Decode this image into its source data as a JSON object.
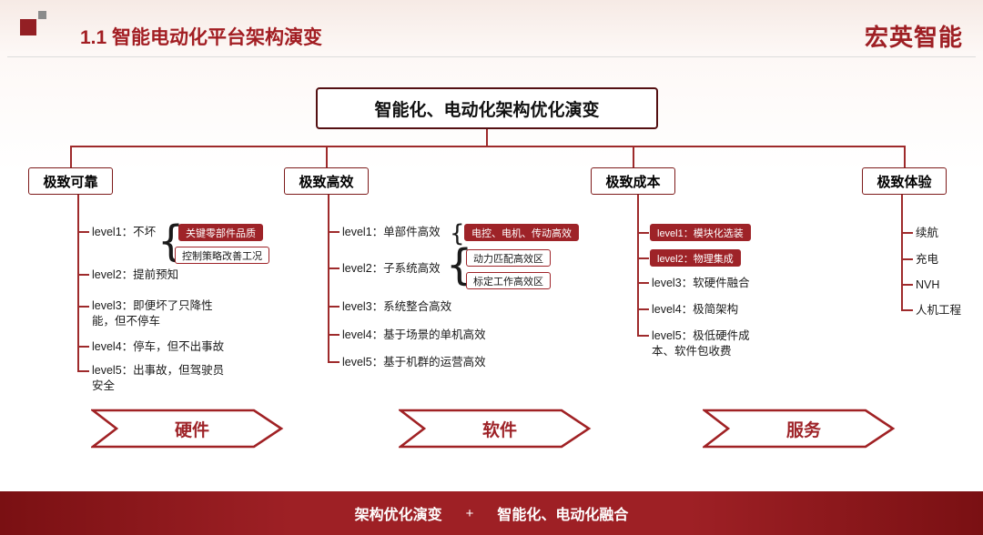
{
  "colors": {
    "accent": "#9e2328",
    "accent_dark": "#7a1013",
    "line": "#9e2a2b"
  },
  "glyphs": {
    "brace": "{"
  },
  "header": {
    "title": "1.1 智能电动化平台架构演变",
    "brand": "宏英智能"
  },
  "root_box": {
    "label": "智能化、电动化架构优化演变"
  },
  "branches": {
    "reliability": {
      "label": "极致可靠",
      "level1": "level1：不坏",
      "level1_badge_filled": "关键零部件品质",
      "level1_badge_outline": "控制策略改善工况",
      "level2": "level2：提前预知",
      "level3": "level3：即便坏了只降性能，但不停车",
      "level4": "level4：停车，但不出事故",
      "level5": "level5：出事故，但驾驶员安全"
    },
    "efficiency": {
      "label": "极致高效",
      "level1": "level1：单部件高效",
      "level1_badge_filled": "电控、电机、传动高效",
      "level2": "level2：子系统高效",
      "level2_badge_outline_1": "动力匹配高效区",
      "level2_badge_outline_2": "标定工作高效区",
      "level3": "level3：系统整合高效",
      "level4": "level4：基于场景的单机高效",
      "level5": "level5：基于机群的运营高效"
    },
    "cost": {
      "label": "极致成本",
      "level1_badge": "level1：模块化选装",
      "level2_badge": "level2：物理集成",
      "level3": "level3：软硬件融合",
      "level4": "level4：极简架构",
      "level5": "level5：极低硬件成本、软件包收费"
    },
    "experience": {
      "label": "极致体验",
      "item1": "续航",
      "item2": "充电",
      "item3": "NVH",
      "item4": "人机工程"
    }
  },
  "arrows": {
    "hardware": "硬件",
    "software": "软件",
    "service": "服务"
  },
  "footer": {
    "left": "架构优化演变",
    "plus": "+",
    "right": "智能化、电动化融合"
  }
}
